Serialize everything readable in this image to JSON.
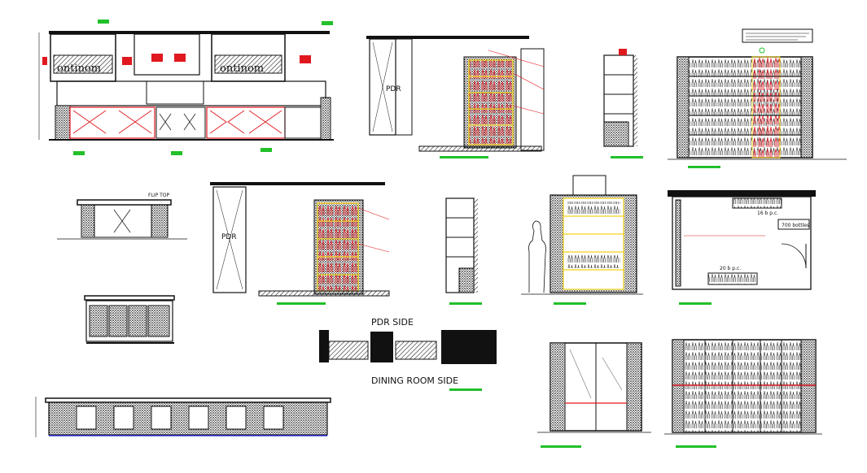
{
  "sheet": {
    "labels": {
      "pdr": "PDR",
      "pdr_side": "PDR SIDE",
      "dining_side": "DINING ROOM SIDE",
      "flip_top": "FLIP TOP",
      "bottles_top": "16 b p.c.",
      "bottles_count": "700 bottles",
      "bottles_bottom": "20 b p.c."
    },
    "colors": {
      "linework": "#111111",
      "accent_red": "#e0191f",
      "accent_yellow": "#f2d21a",
      "accent_green": "#22c02a",
      "hatch": "#333333"
    }
  }
}
